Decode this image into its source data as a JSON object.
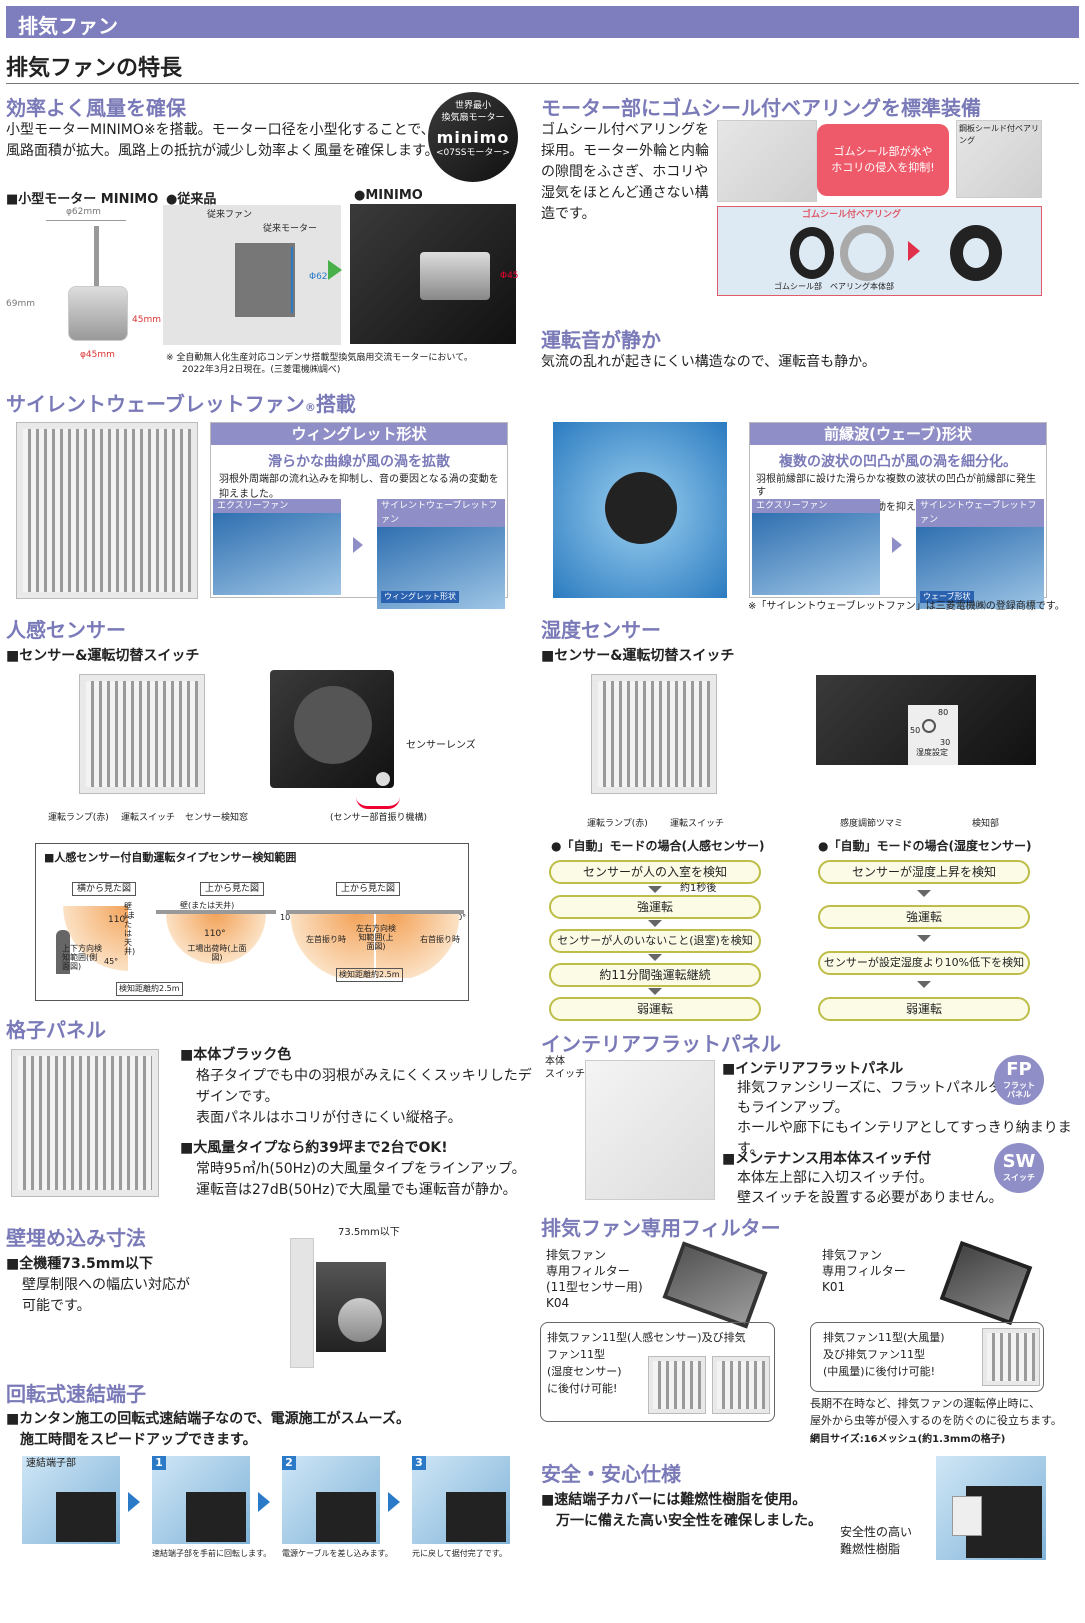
{
  "banner": "排気ファン",
  "page_title": "排気ファンの特長",
  "eff": {
    "title": "効率よく風量を確保",
    "body1": "小型モーターMINIMO※を搭載。モーター口径を小型化することで、",
    "body2": "風路面積が拡大。風路上の抵抗が減少し効率よく風量を確保します。",
    "badge_top": "世界最小",
    "badge_mid": "換気扇モーター",
    "badge_logo": "minimo",
    "badge_sub": "<07SSモーター>",
    "label_motor": "■小型モーター MINIMO",
    "label_old": "●従来品",
    "label_minimo": "●MINIMO",
    "dim_top": "φ62mm",
    "dim_side": "69mm",
    "dim_h": "45mm",
    "dim_bottom": "φ45mm",
    "old_fan": "従来ファン",
    "old_motor": "従来モーター",
    "phi62": "Φ62",
    "phi45": "Φ45",
    "note1": "※ 全自動無人化生産対応コンデンサ搭載型換気扇用交流モーターにおいて。",
    "note2": "2022年3月2日現在。(三菱電機㈱調べ)"
  },
  "bearing": {
    "title": "モーター部にゴムシール付ベアリングを標準装備",
    "b1": "ゴムシール付ベアリングを",
    "b2": "採用。モーター外輪と内輪",
    "b3": "の隙間をふさぎ、ホコリや",
    "b4": "湿気をほとんど通さない構",
    "b5": "造です。",
    "callout1": "ゴムシール部が水や",
    "callout2": "ホコリの侵入を抑制!",
    "steel": "鋼板シールド付ベアリング",
    "rubber": "ゴムシール付ベアリング",
    "seal": "ゴムシール部",
    "body": "ベアリング本体部"
  },
  "quiet": {
    "title": "運転音が静か",
    "body": "気流の乱れが起きにくい構造なので、運転音も静か。"
  },
  "silent": {
    "title": "サイレントウェーブレットファン",
    "reg": "®",
    "title2": "搭載",
    "wing_head": "ウィングレット形状",
    "wing_sub": "滑らかな曲線が風の渦を拡散",
    "wing_b1": "羽根外周端部の流れ込みを抑制し、音の要因となる渦の変動を",
    "wing_b2": "抑えました。",
    "tag_x": "エクスリーファン",
    "tag_s": "サイレントウェーブレットファン",
    "wing_label": "ウィングレット形状",
    "wave_head": "前縁波(ウェーブ)形状",
    "wave_sub": "複数の波状の凹凸が風の渦を細分化。",
    "wave_b1": "羽根前縁部に設けた滑らかな複数の波状の凹凸が前縁部に発生す",
    "wave_b2": "る風の渦を細分化。渦の変動を抑えました。",
    "wave_label": "ウェーブ形状",
    "tm_note": "※「サイレントウェーブレットファン」は三菱電機㈱の登録商標です。"
  },
  "human": {
    "title": "人感センサー",
    "switch": "■センサー&運転切替スイッチ",
    "lens": "センサーレンズ",
    "lamp": "運転ランプ(赤)",
    "sw": "運転スイッチ",
    "window": "センサー検知窓",
    "swing": "(センサー部首振り機構)",
    "range_title": "■人感センサー付自動運転タイプセンサー検知範囲",
    "side": "横から見た図",
    "top1": "上から見た図",
    "top2": "上から見た図",
    "wall": "壁(または天井)",
    "wall2": "壁(または天井)",
    "d45": "45°",
    "d110": "110°",
    "d110b": "110°",
    "d10a": "10°",
    "d10b": "10°",
    "upDown": "上下方向検知範囲(側面図)",
    "factory": "工場出荷時(上面図)",
    "leftSwing": "左首振り時",
    "rightSwing": "右首振り時",
    "lr": "左右方向検知範囲(上面図)",
    "dist1": "検知距離約2.5m",
    "dist2": "検知距離約2.5m"
  },
  "humid": {
    "title": "湿度センサー",
    "switch": "■センサー&運転切替スイッチ",
    "lamp": "運転ランプ(赤)",
    "sw": "運転スイッチ",
    "knob": "感度調節ツマミ",
    "detect": "検知部",
    "dial80": "80",
    "dial50": "50",
    "dial30": "30",
    "dialLabel": "湿度設定"
  },
  "flow_human": {
    "title": "●「自動」モードの場合(人感センサー)",
    "s1": "センサーが人の入室を検知",
    "delay": "約1秒後",
    "s2": "強運転",
    "s3": "センサーが人のいないこと(退室)を検知",
    "s4": "約11分間強運転継続",
    "s5": "弱運転"
  },
  "flow_humid": {
    "title": "●「自動」モードの場合(湿度センサー)",
    "s1": "センサーが湿度上昇を検知",
    "s2": "強運転",
    "s3": "センサーが設定湿度より10%低下を検知",
    "s4": "弱運転"
  },
  "grid": {
    "title": "格子パネル",
    "h1": "■本体ブラック色",
    "b1": "格子タイプでも中の羽根がみえにくくスッキリしたデ",
    "b2": "ザインです。",
    "b3": "表面パネルはホコリが付きにくい縦格子。",
    "h2": "■大風量タイプなら約39坪まで2台でOK!",
    "b4": "常時95㎥/h(50Hz)の大風量タイプをラインアップ。",
    "b5": "運転音は27dB(50Hz)で大風量でも運転音が静か。"
  },
  "interior": {
    "title": "インテリアフラットパネル",
    "sw_label1": "本体",
    "sw_label2": "スイッチ",
    "h1": "■インテリアフラットパネル",
    "b1": "排気ファンシリーズに、フラットパネルタイプ",
    "b2": "もラインアップ。",
    "b3": "ホールや廊下にもインテリアとしてすっきり納まります。",
    "h2": "■メンテナンス用本体スイッチ付",
    "b4": "本体左上部に入切スイッチ付。",
    "b5": "壁スイッチを設置する必要がありません。",
    "fp": "FP",
    "fp_sub1": "フラット",
    "fp_sub2": "パネル",
    "sw": "SW",
    "sw_sub": "スイッチ"
  },
  "wall": {
    "title": "壁埋め込み寸法",
    "h1": "■全機種73.5mm以下",
    "b1": "壁厚制限への幅広い対応が",
    "b2": "可能です。",
    "dim": "73.5mm以下"
  },
  "filter": {
    "title": "排気ファン専用フィルター",
    "k04_1": "排気ファン",
    "k04_2": "専用フィルター",
    "k04_3": "(11型センサー用)",
    "k04_4": "K04",
    "k01_1": "排気ファン",
    "k01_2": "専用フィルター",
    "k01_3": "K01",
    "box1_1": "排気ファン11型(人感センサー)及び排気",
    "box1_2": "ファン11型",
    "box1_3": "(湿度センサー)",
    "box1_4": "に後付け可能!",
    "box2_1": "排気ファン11型(大風量)",
    "box2_2": "及び排気ファン11型",
    "box2_3": "(中風量)に後付け可能!",
    "note1": "長期不在時など、排気ファンの運転停止時に、",
    "note2": "屋外から虫等が侵入するのを防ぐのに役立ちます。",
    "mesh": "網目サイズ:16メッシュ(約1.3mmの格子)"
  },
  "terminal": {
    "title": "回転式速結端子",
    "h1": "■カンタン施工の回転式速結端子なので、電源施工がスムーズ。",
    "h2": "施工時間をスピードアップできます。",
    "label": "速結端子部",
    "n1": "1",
    "n2": "2",
    "n3": "3",
    "c1": "速結端子部を手前に回転します。",
    "c2": "電源ケーブルを差し込みます。",
    "c3": "元に戻して据付完了です。"
  },
  "safety": {
    "title": "安全・安心仕様",
    "h1": "■速結端子カバーには難燃性樹脂を使用。",
    "h2": "万一に備えた高い安全性を確保しました。",
    "label1": "安全性の高い",
    "label2": "難燃性樹脂"
  }
}
